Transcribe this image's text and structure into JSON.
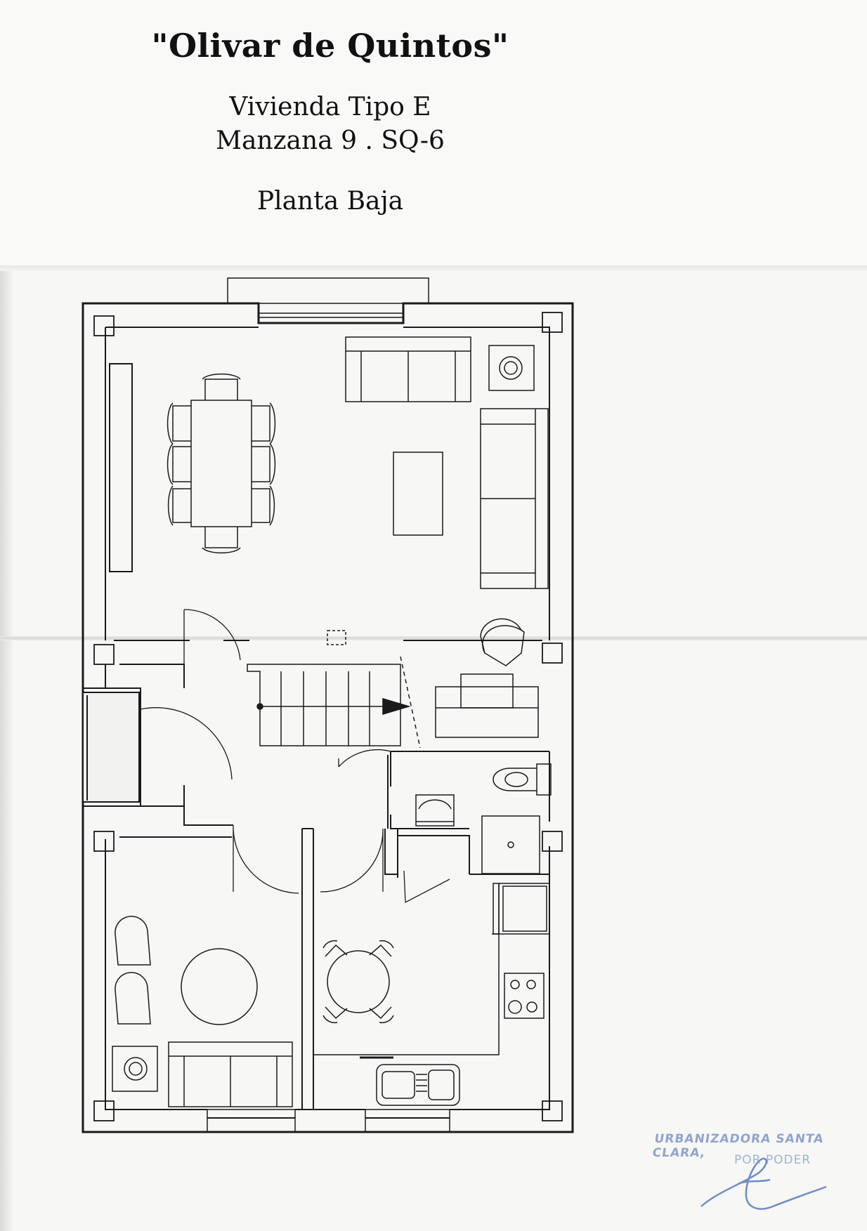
{
  "header": {
    "title": "\"Olivar de Quintos\"",
    "subtitle_1": "Vivienda Tipo E",
    "subtitle_2": "Manzana 9 .  SQ-6",
    "subtitle_3": "Planta  Baja"
  },
  "stamp": {
    "line_1": "URBANIZADORA SANTA CLARA,",
    "line_2": "POR PODER"
  },
  "colors": {
    "ink": "#1a1a1a",
    "stamp_ink": "#6f8cc6",
    "paper": "#f7f7f6"
  }
}
